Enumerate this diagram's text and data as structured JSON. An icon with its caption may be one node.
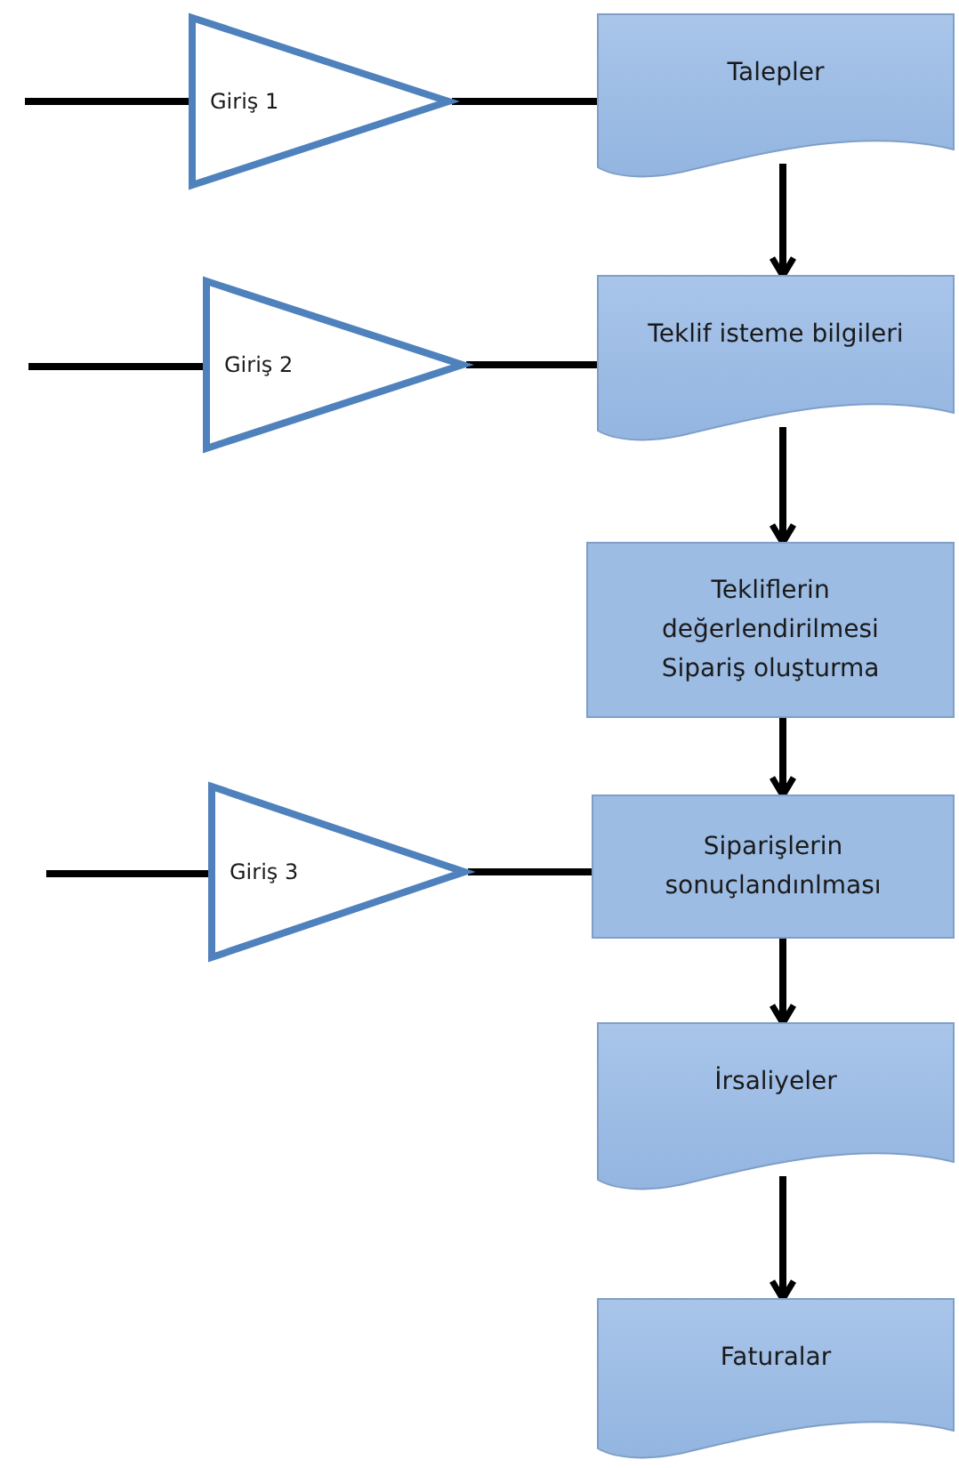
{
  "diagram": {
    "nodes": [
      {
        "text": [
          "Giriş 1"
        ]
      },
      {
        "text": [
          "Talepler"
        ]
      },
      {
        "text": [
          "Giriş 2"
        ]
      },
      {
        "text": [
          "Teklif isteme bilgileri"
        ]
      },
      {
        "text": [
          "Tekliflerin değerlendirilmesi Sipariş oluşturma"
        ]
      },
      {
        "text": [
          "Giriş 3"
        ]
      },
      {
        "text": [
          "Siparişlerin sonuçlandınlması"
        ]
      },
      {
        "text": [
          "İrsaliyeler"
        ]
      },
      {
        "text": [
          "Faturalar"
        ]
      }
    ],
    "edges": [
      {
        "from": null,
        "to": 0,
        "arrow": "none"
      },
      {
        "from": 0,
        "to": 1,
        "arrow": "none"
      },
      {
        "from": 1,
        "to": 3,
        "arrow": "to"
      },
      {
        "from": null,
        "to": 2,
        "arrow": "none"
      },
      {
        "from": 2,
        "to": 3,
        "arrow": "none"
      },
      {
        "from": 3,
        "to": 4,
        "arrow": "to"
      },
      {
        "from": 4,
        "to": 6,
        "arrow": "to"
      },
      {
        "from": null,
        "to": 5,
        "arrow": "none"
      },
      {
        "from": 5,
        "to": 6,
        "arrow": "none"
      },
      {
        "from": 6,
        "to": 7,
        "arrow": "to"
      },
      {
        "from": 7,
        "to": 8,
        "arrow": "to"
      }
    ]
  }
}
